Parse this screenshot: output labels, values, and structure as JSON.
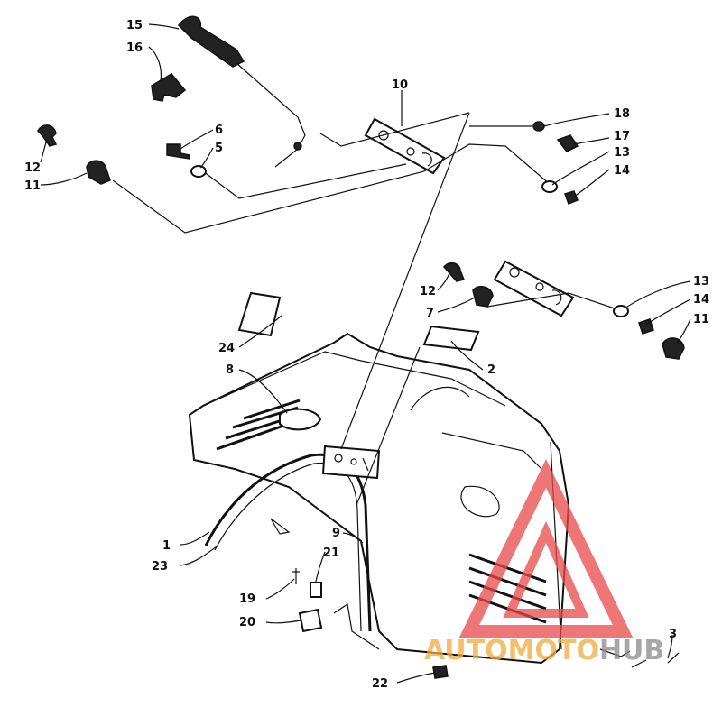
{
  "callouts": {
    "c1": "1",
    "c2": "2",
    "c3": "3",
    "c5": "5",
    "c6": "6",
    "c7": "7",
    "c8": "8",
    "c9": "9",
    "c10": "10",
    "c11a": "11",
    "c11b": "11",
    "c12a": "12",
    "c12b": "12",
    "c13a": "13",
    "c13b": "13",
    "c14a": "14",
    "c14b": "14",
    "c15": "15",
    "c16": "16",
    "c17": "17",
    "c18": "18",
    "c19": "19",
    "c20": "20",
    "c21": "21",
    "c22": "22",
    "c23": "23",
    "c24": "24"
  },
  "watermark": {
    "brand_part1": "AUTOMOTO",
    "brand_part2": "HUB",
    "color_red": "#e84a4a",
    "color_orange": "#f2a93b",
    "color_gray": "#8a8a8a"
  }
}
